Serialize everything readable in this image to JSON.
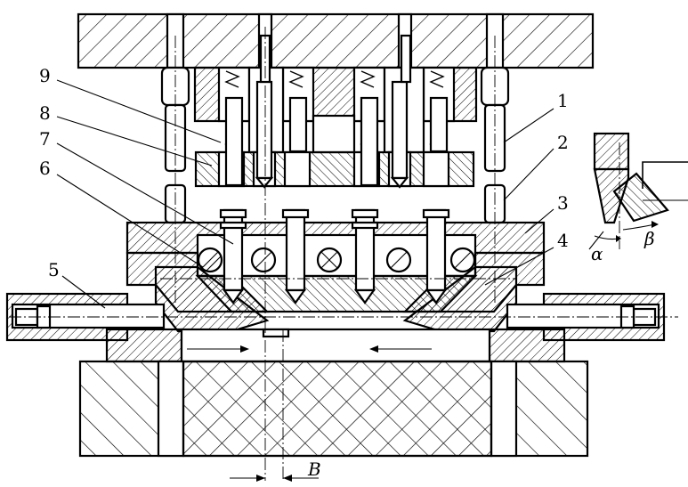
{
  "labels": {
    "n1": "1",
    "n2": "2",
    "n3": "3",
    "n4": "4",
    "n5": "5",
    "n6": "6",
    "n7": "7",
    "n8": "8",
    "n9": "9",
    "alpha": "α",
    "beta": "β",
    "B": "B"
  }
}
